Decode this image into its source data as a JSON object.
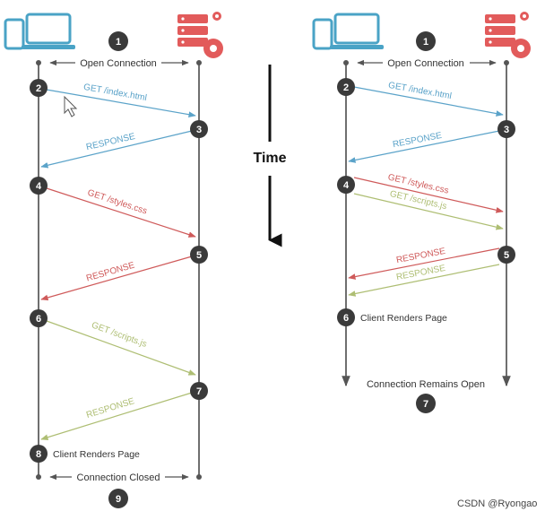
{
  "colors": {
    "lane": "#6f6f6f",
    "step_fill": "#3a3a3a",
    "step_text": "#ffffff",
    "text": "#333333",
    "blue": "#5ba3c9",
    "red": "#cf5a5a",
    "olive": "#aebe73",
    "client_icon": "#4aa3c6",
    "server_icon": "#e25b5b",
    "time": "#111111"
  },
  "icons": {
    "client": "laptop-phone-icon",
    "server": "server-gear-icon",
    "time": "down-arrow-icon"
  },
  "time_label": "Time",
  "left": {
    "open_step": "1",
    "open_label": "Open Connection",
    "messages": [
      {
        "step": "2",
        "label": "GET /index.html",
        "color": "blue"
      },
      {
        "step": "3",
        "label": "RESPONSE",
        "color": "blue"
      },
      {
        "step": "4",
        "label": "GET /styles.css",
        "color": "red"
      },
      {
        "step": "5",
        "label": "RESPONSE",
        "color": "red"
      },
      {
        "step": "6",
        "label": "GET /scripts.js",
        "color": "olive"
      },
      {
        "step": "7",
        "label": "RESPONSE",
        "color": "olive"
      }
    ],
    "render_step": "8",
    "render_label": "Client Renders Page",
    "close_step": "9",
    "close_label": "Connection Closed"
  },
  "right": {
    "open_step": "1",
    "open_label": "Open Connection",
    "messages": [
      {
        "step": "2",
        "label": "GET /index.html",
        "color": "blue"
      },
      {
        "step": "3",
        "label": "RESPONSE",
        "color": "blue"
      },
      {
        "step": "4",
        "label": "GET /styles.css",
        "color": "red"
      },
      {
        "step": "",
        "label": "GET /scripts.js",
        "color": "olive"
      },
      {
        "step": "5",
        "label": "RESPONSE",
        "color": "red"
      },
      {
        "step": "",
        "label": "RESPONSE",
        "color": "olive"
      }
    ],
    "render_step": "6",
    "render_label": "Client Renders Page",
    "remains_step": "7",
    "remains_label": "Connection Remains Open"
  },
  "watermark": "CSDN @Ryongao"
}
